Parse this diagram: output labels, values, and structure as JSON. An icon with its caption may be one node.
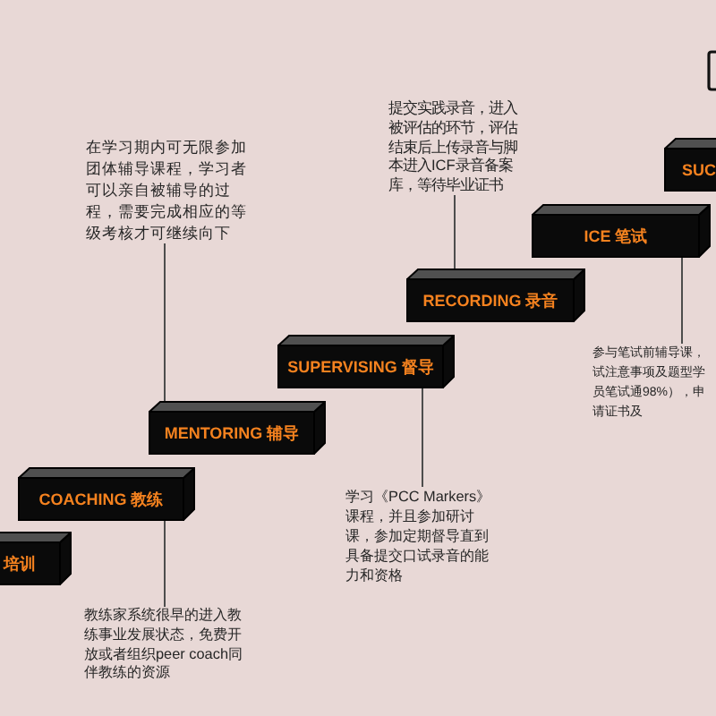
{
  "diagram": {
    "nodes": [
      {
        "text": [
          "培训"
        ]
      },
      {
        "text": [
          "COACHING 教练"
        ]
      },
      {
        "text": [
          "MENTORING 辅导"
        ]
      },
      {
        "text": [
          "SUPERVISING 督导"
        ]
      },
      {
        "text": [
          "RECORDING 录音"
        ]
      },
      {
        "text": [
          "ICE 笔试"
        ]
      },
      {
        "text": [
          "SUC"
        ]
      },
      {
        "text": [
          "在学习期内可无限参加团体辅导课程，学习者可以亲自被辅导的过程，需要完成相应的等级考核才可继续向下"
        ]
      },
      {
        "text": [
          "教练家系统很早的进入教练事业发展状态，免费开放或者组织peer coach同伴教练的资源"
        ]
      },
      {
        "text": [
          "学习《PCC Markers》课程，并且参加研讨课，参加定期督导直到具备提交口试录音的能力和资格"
        ]
      },
      {
        "text": [
          "提交实践录音，进入被评估的环节，评估结束后上传录音与脚本进入ICF录音备案库，等待毕业证书"
        ]
      },
      {
        "text": [
          "参与笔试前辅导课，试注意事项及题型学员笔试通98%），申请证书及"
        ]
      }
    ],
    "edges": [
      {
        "from": 7,
        "to": 2,
        "arrow": "none"
      },
      {
        "from": 8,
        "to": 1,
        "arrow": "none"
      },
      {
        "from": 9,
        "to": 3,
        "arrow": "none"
      },
      {
        "from": 10,
        "to": 4,
        "arrow": "none"
      },
      {
        "from": 11,
        "to": 5,
        "arrow": "none"
      }
    ]
  }
}
